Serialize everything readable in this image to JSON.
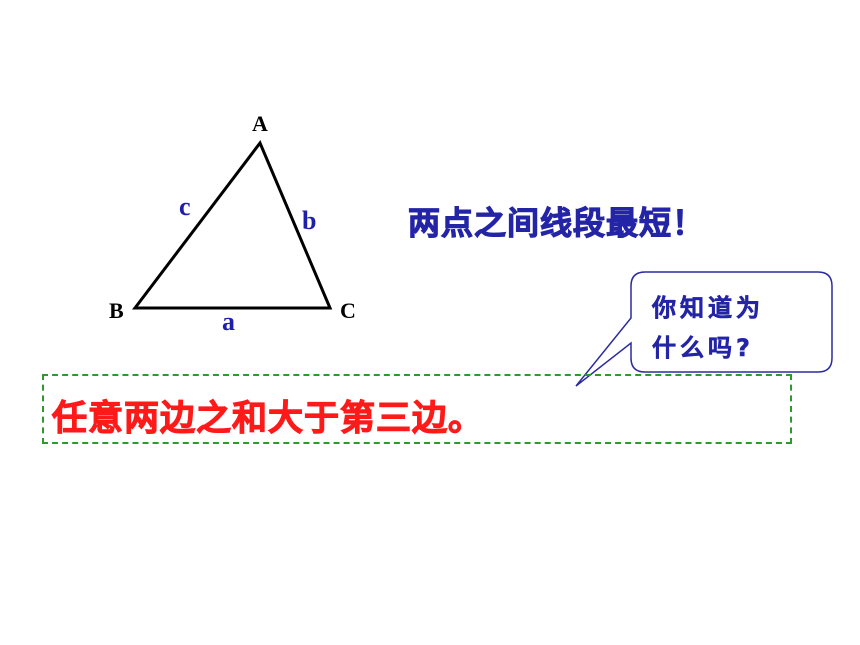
{
  "triangle": {
    "vertices": {
      "a": "A",
      "b": "B",
      "c": "C"
    },
    "sides": {
      "bc": "a",
      "ca": "b",
      "ab": "c"
    },
    "stroke_color": "#000000",
    "label_color": "#1f1fa8"
  },
  "statement": "两点之间线段最短！",
  "theorem": "任意两边之和大于第三边。",
  "speech_bubble": {
    "line1": "你知道为",
    "line2": "什么吗?",
    "border_color": "#2b2b9e"
  },
  "colors": {
    "statement": "#2424a6",
    "theorem": "#ff1a1a",
    "theorem_box_border": "#2e9a2e"
  }
}
